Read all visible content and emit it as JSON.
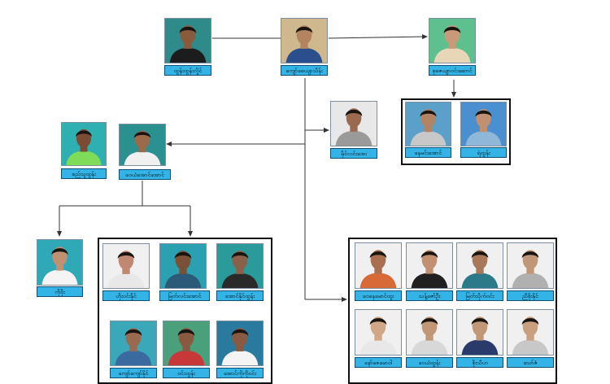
{
  "colors": {
    "label_bg": "#33b3e6",
    "label_border": "#0d4f78",
    "line": "#333333",
    "group_border": "#111111"
  },
  "nodes": {
    "n1": {
      "name": "ထွန်းထွန်းလှိုင်",
      "shirt": "#1c1c1c",
      "skin": "#8a5a3c",
      "bg": "#2f8a8a"
    },
    "n2": {
      "name": "ကျော်စေယျာသိန်း",
      "shirt": "#2a4f8c",
      "skin": "#b48461",
      "bg": "#cfb88e"
    },
    "n3": {
      "name": "စုဇေယျာဝင်းဆောင်",
      "shirt": "#e8d6b8",
      "skin": "#c99a7a",
      "bg": "#5fc08f"
    },
    "n4": {
      "name": "နေမင်းအောင်",
      "shirt": "#c8c8c8",
      "skin": "#b28466",
      "bg": "#5aa0c8"
    },
    "n5": {
      "name": "ရဲထွန်း",
      "shirt": "#8fb7d8",
      "skin": "#c09070",
      "bg": "#4a8fd0"
    },
    "n6": {
      "name": "မိုင်လင်းအေး",
      "shirt": "#9a9a9a",
      "skin": "#9a6a50",
      "bg": "#e8e8e8"
    },
    "n7": {
      "name": "စည်သူထွန်း",
      "shirt": "#7fdc58",
      "skin": "#7a4c34",
      "bg": "#2eb0b0"
    },
    "n8": {
      "name": "ဝေယံအောင်အောင်",
      "shirt": "#f0f0f0",
      "skin": "#9a6a4a",
      "bg": "#2a9090"
    },
    "n9": {
      "name": "ကိုဝိုး",
      "shirt": "#f4f4f4",
      "skin": "#c09070",
      "bg": "#2fa8b8"
    },
    "n10": {
      "name": "ဟိုးဝင်းနိုင်",
      "shirt": "#e8e8e8",
      "skin": "#c08870",
      "bg": "#f0f0f0"
    },
    "n11": {
      "name": "မြတ်လင်းအောင်",
      "shirt": "#2a5a78",
      "skin": "#7a5038",
      "bg": "#2aa0b0"
    },
    "n12": {
      "name": "အောင်နိုင်ထွန်း",
      "shirt": "#2a2a2a",
      "skin": "#8a6048",
      "bg": "#2a9a9a"
    },
    "n13": {
      "name": "ကျော်ကျော်နိုင်",
      "shirt": "#3a6aa0",
      "skin": "#9a6a50",
      "bg": "#3aa8b8"
    },
    "n14": {
      "name": "ဝင်းထွန်း",
      "shirt": "#c83838",
      "skin": "#8a5a40",
      "bg": "#4aa07a"
    },
    "n15": {
      "name": "အောင်ကိုကိုဝင်း",
      "shirt": "#f4f4f4",
      "skin": "#8a5a40",
      "bg": "#2a7aa0"
    },
    "n16": {
      "name": "ဝေနေမောင်ထူး",
      "shirt": "#d86a38",
      "skin": "#a87050",
      "bg": "#f0f0f0"
    },
    "n17": {
      "name": "သန့်ဇော်ဦး",
      "shirt": "#202020",
      "skin": "#c09070",
      "bg": "#f0f0f0"
    },
    "n18": {
      "name": "မြတ်သိုက်ဝင်း",
      "shirt": "#2a7a8a",
      "skin": "#a87858",
      "bg": "#f0f0f0"
    },
    "n19": {
      "name": "ညီစိုးနိုင်",
      "shirt": "#b0b0b0",
      "skin": "#c09878",
      "bg": "#f0f0f0"
    },
    "n20": {
      "name": "နော်ဇေမောဝါ",
      "shirt": "#e8e8e8",
      "skin": "#d0a888",
      "bg": "#f0f0f0"
    },
    "n21": {
      "name": "ဝေယံထွန်း",
      "shirt": "#d8d8d8",
      "skin": "#c09878",
      "bg": "#f0f0f0"
    },
    "n22": {
      "name": "စိုးသီဟ",
      "shirt": "#2a3a6a",
      "skin": "#c09878",
      "bg": "#f0f0f0"
    },
    "n23": {
      "name": "သော်ဇံ",
      "shirt": "#c8c8c8",
      "skin": "#c8a080",
      "bg": "#f0f0f0"
    }
  }
}
